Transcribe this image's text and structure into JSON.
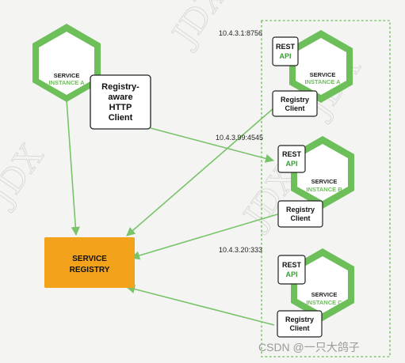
{
  "colors": {
    "green": "#6cbf59",
    "arrow": "#79c36a",
    "registry_fill": "#f2a31b",
    "background": "#f4f4f2"
  },
  "service_a": {
    "title": "SERVICE",
    "subtitle": "INSTANCE A"
  },
  "client_box": {
    "line1": "Registry-",
    "line2": "aware",
    "line3": "HTTP",
    "line4": "Client"
  },
  "registry": {
    "line1": "SERVICE",
    "line2": "REGISTRY"
  },
  "instances": [
    {
      "ip": "10.4.3.1:8756",
      "rest": "REST",
      "api": "API",
      "title": "SERVICE",
      "subtitle": "INSTANCE A",
      "client1": "Registry",
      "client2": "Client"
    },
    {
      "ip": "10.4.3.99:4545",
      "rest": "REST",
      "api": "API",
      "title": "SERVICE",
      "subtitle": "INSTANCE B",
      "client1": "Registry",
      "client2": "Client"
    },
    {
      "ip": "10.4.3.20:333",
      "rest": "REST",
      "api": "API",
      "title": "SERVICE",
      "subtitle": "INSTANCE C",
      "client1": "Registry",
      "client2": "Client"
    }
  ],
  "watermark": {
    "text": "JDX"
  },
  "footer": {
    "credit": "CSDN @一只大鸽子"
  }
}
